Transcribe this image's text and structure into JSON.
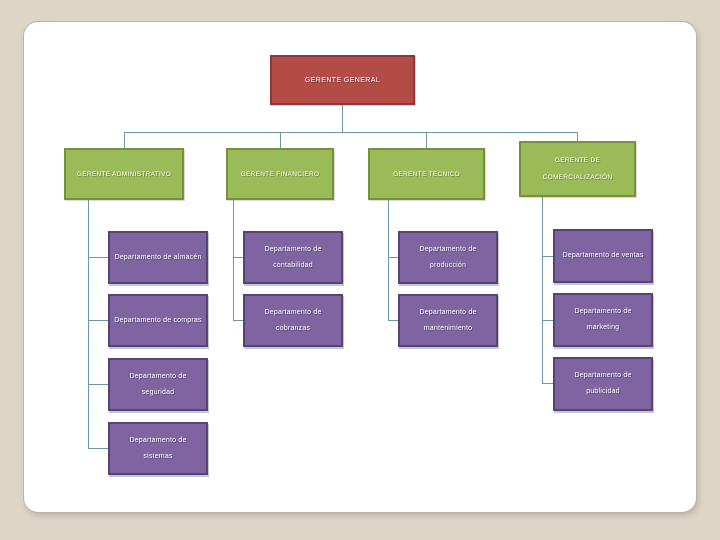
{
  "page": {
    "background_color": "#ddd6c7",
    "slide_color": "#ffffff"
  },
  "org": {
    "root": {
      "label": "GERENTE GENERAL"
    },
    "managers": [
      {
        "label": "GERENTE ADMINISTRATIVO"
      },
      {
        "label": "GERENTE FINANCIERO"
      },
      {
        "label": "GERENTE TECNICO"
      },
      {
        "label": "GERENTE DE COMERCIALIZACIÓN"
      }
    ],
    "departments": {
      "col1": [
        {
          "label": "Departamento de almacén"
        },
        {
          "label": "Departamento de compras"
        },
        {
          "label": "Departamento de seguridad"
        },
        {
          "label": "Departamento de sistemas"
        }
      ],
      "col2": [
        {
          "label": "Departamento de contabilidad"
        },
        {
          "label": "Departamento de cobranzas"
        }
      ],
      "col3": [
        {
          "label": "Departamento de producción"
        },
        {
          "label": "Departamento de mantenimiento"
        }
      ],
      "col4": [
        {
          "label": "Departamento de ventas"
        },
        {
          "label": "Departamento de marketing"
        },
        {
          "label": "Departamento de publicidad"
        }
      ]
    }
  },
  "colors": {
    "root_fill": "#b34b47",
    "root_border": "#8c3836",
    "manager_fill": "#9bbb59",
    "manager_border": "#75913d",
    "department_fill": "#8064a2",
    "department_border": "#564473",
    "connector": "#6e96ae",
    "text": "#ffffff"
  }
}
